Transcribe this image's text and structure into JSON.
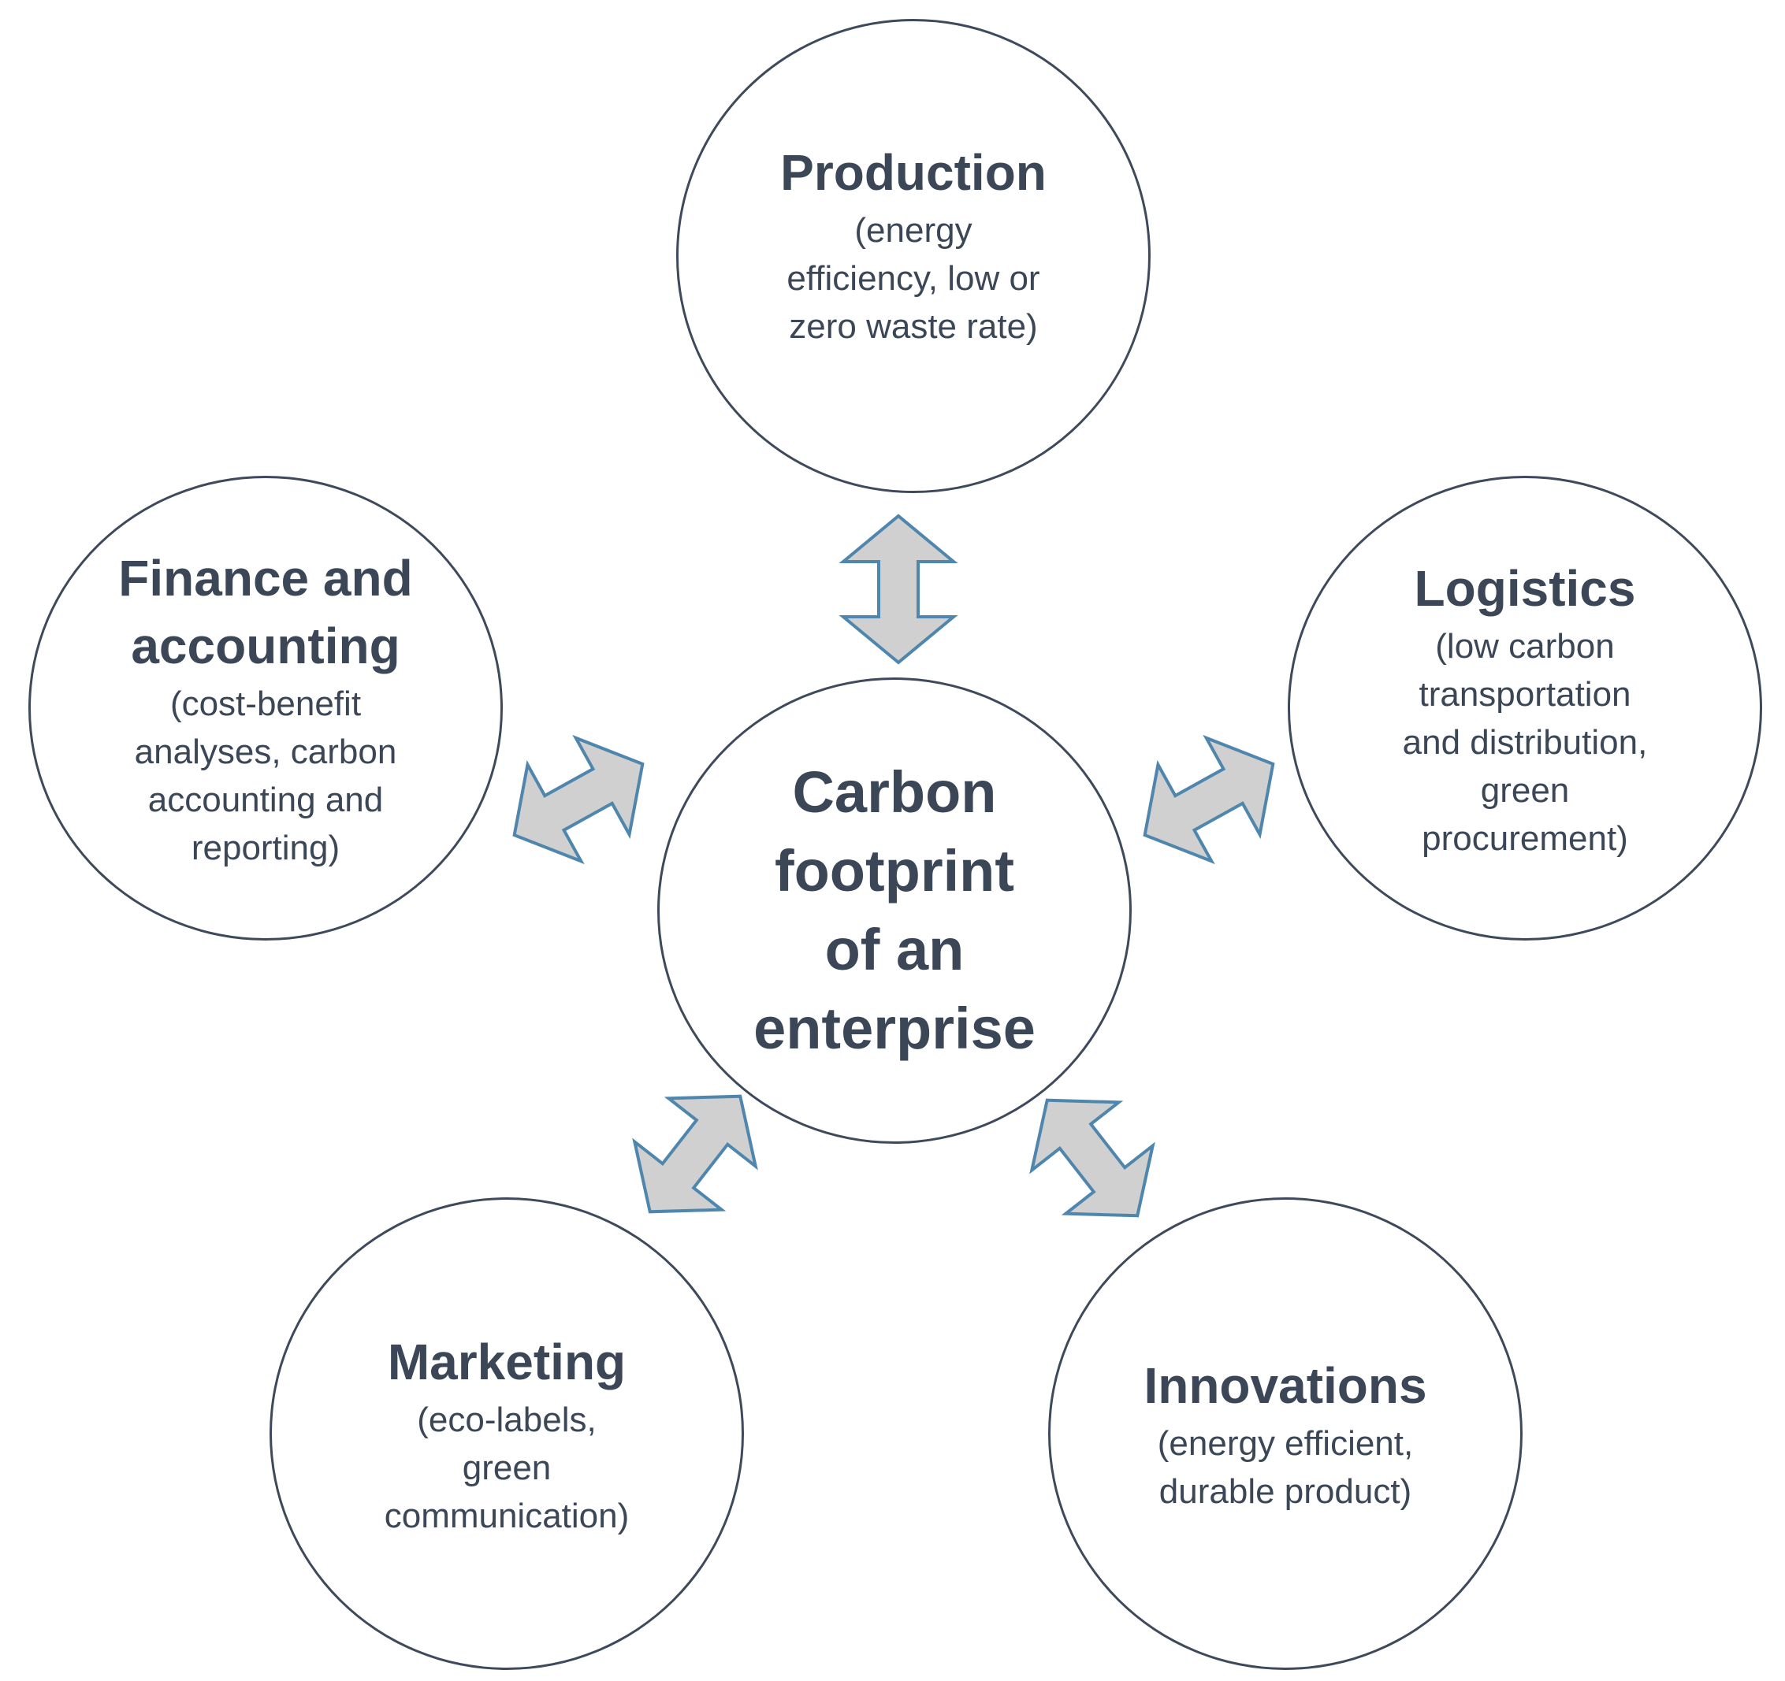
{
  "center": {
    "title_lines": [
      "Carbon",
      "footprint",
      "of an",
      "enterprise"
    ]
  },
  "nodes": {
    "production": {
      "title_lines": [
        "Production"
      ],
      "detail_lines": [
        "(energy",
        "efficiency,  low or",
        "zero waste rate)"
      ]
    },
    "finance": {
      "title_lines": [
        "Finance and",
        "accounting"
      ],
      "detail_lines": [
        "(cost-benefit",
        "analyses, carbon",
        "accounting and",
        "reporting)"
      ]
    },
    "logistics": {
      "title_lines": [
        "Logistics"
      ],
      "detail_lines": [
        "(low carbon",
        "transportation",
        "and distribution,",
        "green",
        "procurement)"
      ]
    },
    "marketing": {
      "title_lines": [
        "Marketing"
      ],
      "detail_lines": [
        "(eco-labels,",
        "green",
        "communication)"
      ]
    },
    "innovations": {
      "title_lines": [
        "Innovations"
      ],
      "detail_lines": [
        "(energy efficient,",
        "durable product)"
      ]
    }
  },
  "connectors": [
    {
      "from": "center",
      "to": "production",
      "type": "double-arrow"
    },
    {
      "from": "center",
      "to": "finance",
      "type": "double-arrow"
    },
    {
      "from": "center",
      "to": "logistics",
      "type": "double-arrow"
    },
    {
      "from": "center",
      "to": "marketing",
      "type": "double-arrow"
    },
    {
      "from": "center",
      "to": "innovations",
      "type": "double-arrow"
    }
  ],
  "colors": {
    "text": "#3b4656",
    "circle_outline": "#3e4a5c",
    "arrow_fill": "#d0d0d0",
    "arrow_outline": "#4f86ad"
  }
}
